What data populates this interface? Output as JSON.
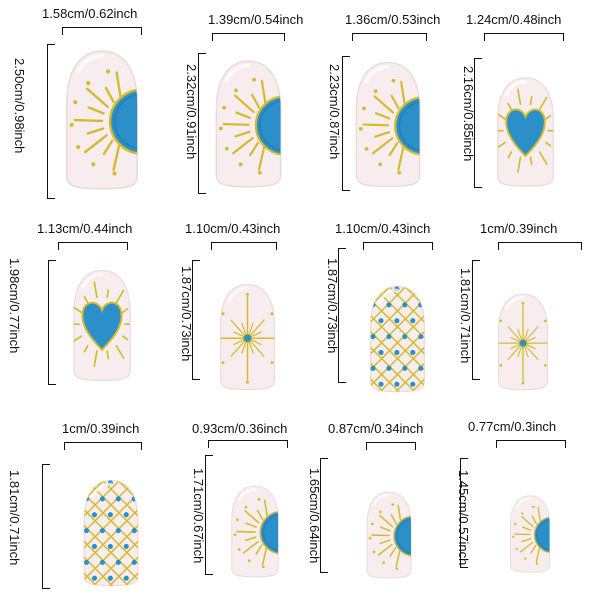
{
  "colors": {
    "nail_base": "#f7ecee",
    "nail_edge": "#eadbdf",
    "gold": "#d4bb2c",
    "gold_dark": "#b59a18",
    "blue": "#2b8fc9",
    "blue_dark": "#1f6f9f"
  },
  "nails": [
    {
      "width_label": "1.58cm/0.62inch",
      "height_label": "2.50cm/0.98inch",
      "design": "half-sun",
      "design_icon": "half-sun-icon"
    },
    {
      "width_label": "1.39cm/0.54inch",
      "height_label": "2.32cm/0.91inch",
      "design": "half-sun",
      "design_icon": "half-sun-icon"
    },
    {
      "width_label": "1.36cm/0.53inch",
      "height_label": "2.23cm/0.87inch",
      "design": "half-sun",
      "design_icon": "half-sun-icon"
    },
    {
      "width_label": "1.24cm/0.48inch",
      "height_label": "2.16cm/0.85inch",
      "design": "heart",
      "design_icon": "heart-icon"
    },
    {
      "width_label": "1.13cm/0.44inch",
      "height_label": "1.98cm/0.77inch",
      "design": "heart",
      "design_icon": "heart-icon"
    },
    {
      "width_label": "1.10cm/0.43inch",
      "height_label": "1.87cm/0.73inch",
      "design": "starburst",
      "design_icon": "starburst-icon"
    },
    {
      "width_label": "1.10cm/0.43inch",
      "height_label": "1.87cm/0.73inch",
      "design": "lattice",
      "design_icon": "lattice-icon"
    },
    {
      "width_label": "1cm/0.39inch",
      "height_label": "1.81cm/0.71inch",
      "design": "starburst",
      "design_icon": "starburst-icon"
    },
    {
      "width_label": "1cm/0.39inch",
      "height_label": "1.81cm/0.71inch",
      "design": "lattice",
      "design_icon": "lattice-icon"
    },
    {
      "width_label": "0.93cm/0.36inch",
      "height_label": "1.71cm/0.67inch",
      "design": "half-sun",
      "design_icon": "half-sun-icon"
    },
    {
      "width_label": "0.87cm/0.34inch",
      "height_label": "1.65cm/0.64inch",
      "design": "half-sun",
      "design_icon": "half-sun-icon"
    },
    {
      "width_label": "0.77cm/0.3inch",
      "height_label": "1.45cm/0.57inch",
      "design": "half-sun",
      "design_icon": "half-sun-icon"
    }
  ]
}
